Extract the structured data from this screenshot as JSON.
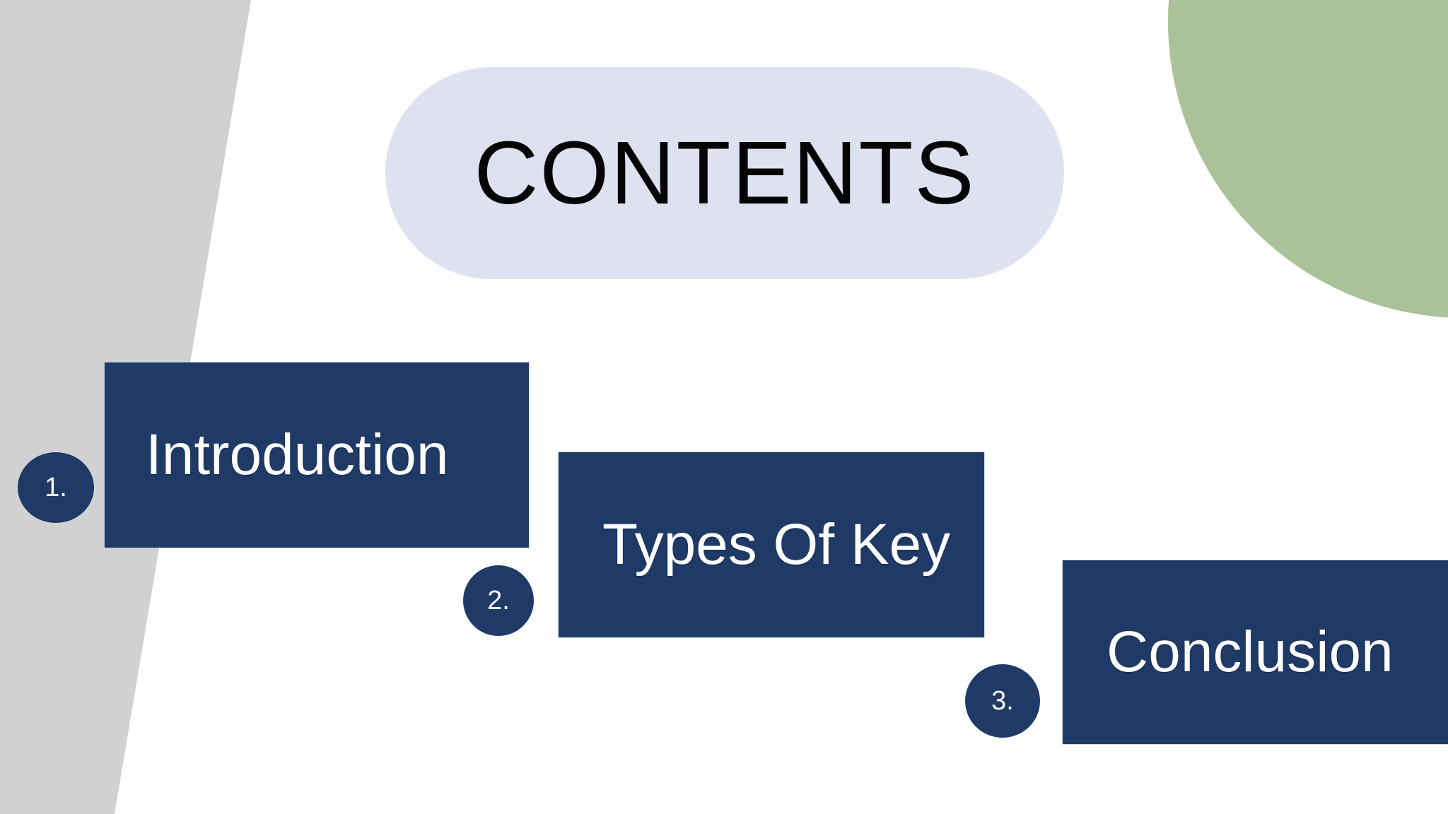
{
  "slide": {
    "title": "CONTENTS",
    "background_color": "#ffffff"
  },
  "decor": {
    "left_wedge_color": "#d1d1d1",
    "green_circle_color": "#a9c29a",
    "title_pill_color": "#dee2f0",
    "accent_navy": "#1f3a66"
  },
  "items": [
    {
      "number": "1.",
      "label": "Introduction"
    },
    {
      "number": "2.",
      "label": "Types Of Key"
    },
    {
      "number": "3.",
      "label": "Conclusion"
    }
  ]
}
